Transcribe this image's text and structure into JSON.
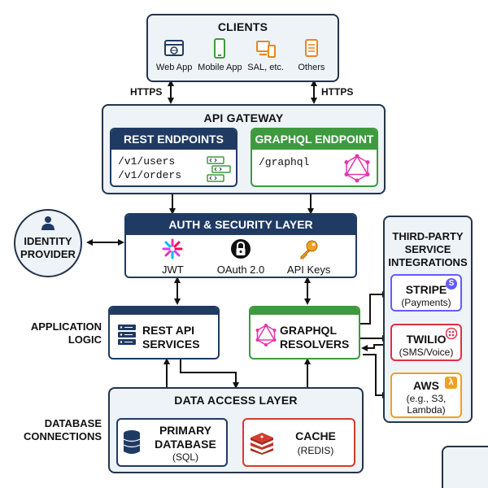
{
  "clients": {
    "title": "CLIENTS",
    "items": [
      {
        "label": "Web App",
        "icon": "browser-icon"
      },
      {
        "label": "Mobile App",
        "icon": "mobile-phone-icon"
      },
      {
        "label": "SAL, etc.",
        "icon": "devices-icon"
      },
      {
        "label": "Others",
        "icon": "misc-devices-icon"
      }
    ]
  },
  "protocols": {
    "left": "HTTPS",
    "right": "HTTPS"
  },
  "gateway": {
    "title": "API GATEWAY",
    "rest": {
      "title": "REST ENDPOINTS",
      "paths": [
        "/v1/users",
        "/v1/orders"
      ]
    },
    "graphql": {
      "title": "GRAPHQL ENDPOINT",
      "path": "/graphql"
    }
  },
  "identity": {
    "line1": "IDENTITY",
    "line2": "PROVIDER"
  },
  "auth": {
    "title": "AUTH & SECURITY LAYER",
    "items": [
      {
        "label": "JWT",
        "icon": "jwt-icon"
      },
      {
        "label": "OAuth 2.0",
        "icon": "oauth-lock-icon"
      },
      {
        "label": "API Keys",
        "icon": "key-icon"
      }
    ]
  },
  "third_party": {
    "title_lines": [
      "THIRD-PARTY",
      "SERVICE",
      "INTEGRATIONS"
    ],
    "stripe": {
      "name": "STRIPE",
      "desc": "(Payments)",
      "badge": "S"
    },
    "twilio": {
      "name": "TWILIO",
      "desc": "(SMS/Voice)"
    },
    "aws": {
      "name": "AWS",
      "desc_lines": [
        "(e.g., S3,",
        "Lambda)"
      ],
      "badge": "λ"
    }
  },
  "application_logic": {
    "label_lines": [
      "APPLICATION",
      "LOGIC"
    ],
    "rest_services_lines": [
      "REST API",
      "SERVICES"
    ],
    "graphql_resolvers_lines": [
      "GRAPHQL",
      "RESOLVERS"
    ]
  },
  "data_access": {
    "title": "DATA ACCESS LAYER",
    "label_lines": [
      "DATABASE",
      "CONNECTIONS"
    ],
    "primary": {
      "lines": [
        "PRIMARY",
        "DATABASE"
      ],
      "sub": "(SQL)"
    },
    "cache": {
      "name": "CACHE",
      "sub": "(REDIS)"
    }
  },
  "colors": {
    "navy": "#1f3b63",
    "green": "#3e9a3e",
    "panel": "#eef3f8",
    "stripe": "#635bff",
    "twilio": "#e22e44",
    "aws": "#f0a020",
    "redis": "#d43c2c",
    "graphql": "#e535ab"
  }
}
